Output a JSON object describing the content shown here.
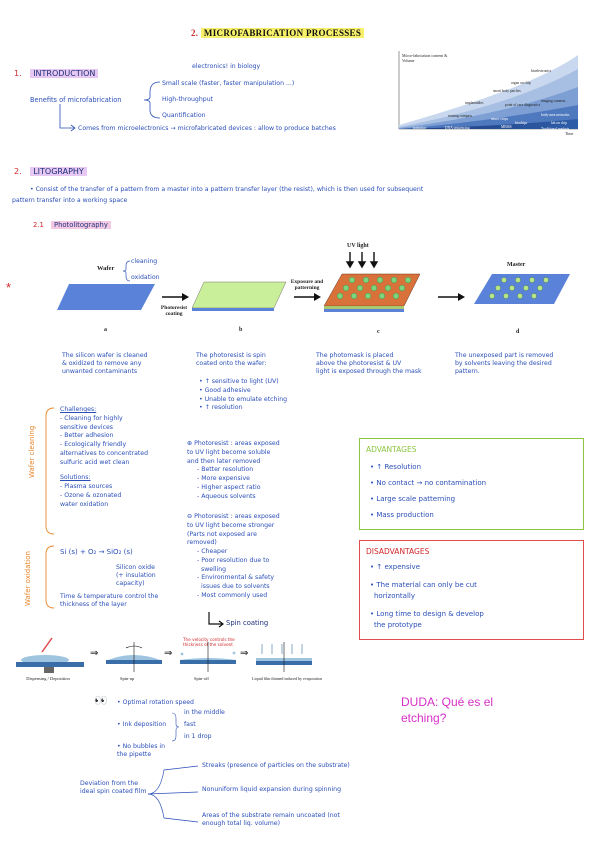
{
  "header": {
    "number": "2.",
    "title": "MICROFABRICATION PROCESSES"
  },
  "intro": {
    "number": "1.",
    "heading": "INTRODUCTION",
    "benefits_label": "Benefits of microfabrication",
    "brace_items": [
      "Small scale (faster, faster manipulation ...)",
      "High-throughput",
      "Quantification"
    ],
    "note_top": "electronics! in biology",
    "comes_from": "Comes from microelectronics → microfabricated devices : allow to produce batches"
  },
  "figure_top": {
    "ylabel": "Micro-fabrication content & Volume",
    "xlabel": "Time",
    "labels": [
      "bioelectronics",
      "organ on chip",
      "smart body patches",
      "implantables",
      "point of care diagnostics",
      "imaging cameras",
      "sensing compass",
      "body-area networks",
      "neuro-chips",
      "biochips",
      "lab on chip",
      "MEMS",
      "Traditional markets",
      "transistor",
      "DNA sequencing"
    ]
  },
  "litho": {
    "number": "2.",
    "heading": "LITOGRAPHY",
    "definition_l1": "• Consist of the transfer of a pattern from a master into a pattern transfer layer (the resist), which is then used for subsequent",
    "definition_l2": "pattern transfer into a working space",
    "sub_number": "2.1",
    "sub_heading": "Photolitography"
  },
  "diagram": {
    "wafer": "Wafer",
    "wafer_notes": [
      "cleaning",
      "oxidation"
    ],
    "photoresist_coating": "Photoresist coating",
    "exposure": "Exposure and patterning",
    "uv_light": "UV light",
    "master": "Master",
    "letters": [
      "a",
      "b",
      "c",
      "d"
    ],
    "star": "*"
  },
  "steps": {
    "a": [
      "The silicon wafer is cleaned",
      "& oxidized to remove any",
      "unwanted contaminants"
    ],
    "b": [
      "The photoresist is spin",
      "coated onto the wafer:"
    ],
    "b_list": [
      "• ↑ sensitive to light (UV)",
      "• Good adhesive",
      "• Unable to emulate etching",
      "• ↑ resolution"
    ],
    "c": [
      "The photomask is placed",
      "above the photoresist & UV",
      "light is exposed through the mask"
    ],
    "d": [
      "The unexposed part is removed",
      "by solvents leaving the desired",
      "pattern."
    ]
  },
  "cleaning": {
    "side_label": "Wafer cleaning",
    "challenges_head": "Challenges:",
    "challenges": [
      "- Cleaning for highly",
      "sensitive devices",
      "- Better adhesion",
      "- Ecologically friendly",
      "alternatives to concentrated",
      "sulfuric acid wet clean"
    ],
    "solutions_head": "Solutions:",
    "solutions": [
      "- Plasma sources",
      "- Ozone & ozonated",
      "water oxidation"
    ]
  },
  "oxidation": {
    "side_label": "Wafer oxidation",
    "reaction": "Si (s) + O₂ → SiO₂ (s)",
    "product_note": [
      "Silicon oxide",
      "(+ insulation",
      "capacity)"
    ],
    "time_note": [
      "Time & temperature control the",
      "thickness of the layer"
    ]
  },
  "photoresist": {
    "positive": [
      "⊕ Photoresist : areas exposed",
      "to UV light become soluble",
      "and then later removed"
    ],
    "positive_list": [
      "- Better resolution",
      "- More expensive",
      "- Higher aspect ratio",
      "- Aqueous solvents"
    ],
    "negative": [
      "⊖ Photoresist : areas exposed",
      "to UV light become stronger",
      "(Parts not exposed are",
      "removed)"
    ],
    "negative_list": [
      "- Cheaper",
      "- Poor resolution due to",
      "swelling",
      "- Environmental & safety",
      "issues due to solvents",
      "- Most commonly used"
    ]
  },
  "advantages": {
    "title": "ADVANTAGES",
    "items": [
      "• ↑ Resolution",
      "• No contact → no contamination",
      "• Large scale patterning",
      "• Mass production"
    ]
  },
  "disadvantages": {
    "title": "DISADVANTAGES",
    "items": [
      "• ↑ expensive",
      "• The material can only be cut",
      "horizontally",
      "• Long time to design & develop",
      "the prototype"
    ]
  },
  "spin": {
    "arrow_label": "Spin coating",
    "velocity_note": [
      "The velocity controls the",
      "thickness of the solvent"
    ],
    "captions": [
      "Dispensing / Deposition",
      "Spin-up",
      "Spin-off",
      "Liquid film thinned induced by evaporation"
    ],
    "bullets": [
      "• Optimal rotation speed",
      "• Ink deposition",
      "• No bubbles in the pipette"
    ],
    "bullet_side": [
      "in the middle",
      "fast",
      "in 1 drop"
    ],
    "deviation_label": [
      "Deviation from the",
      "ideal spin coated film"
    ],
    "deviations": [
      "Streaks (presence of particles on the substrate)",
      "Nonuniform liquid expansion during spinning",
      "Areas of the substrate remain uncoated (not enough total liq. volume)"
    ]
  },
  "duda": "DUDA: Qué es el etching?",
  "colors": {
    "ink": "#2b4fb8",
    "orange": "#e8862a",
    "red": "#d0282a",
    "green": "#8cc63f",
    "magenta": "#d62fc6"
  }
}
